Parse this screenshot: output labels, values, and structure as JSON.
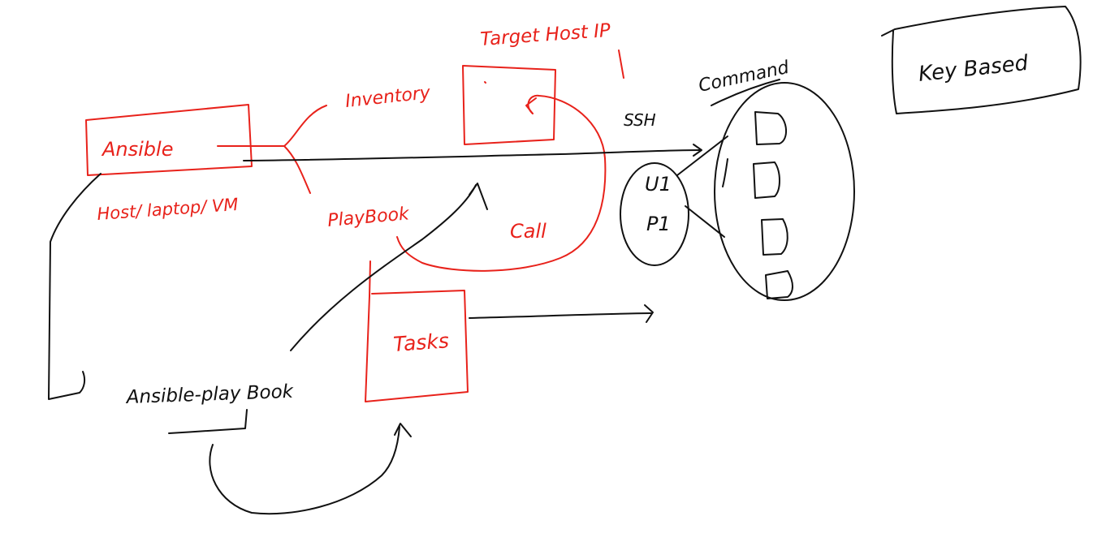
{
  "colors": {
    "red_ink": "#e8221b",
    "black_ink": "#111111",
    "background": "#ffffff"
  },
  "labels": {
    "ansible": "Ansible",
    "host_laptop_vm": "Host/ laptop/ VM",
    "inventory": "Inventory",
    "playbook": "PlayBook",
    "target_host_ip": "Target Host IP",
    "call": "Call",
    "tasks": "Tasks",
    "ansible_playbook_cmd": "Ansible-play Book",
    "ssh": "SSH",
    "command": "Command",
    "u1": "U1",
    "p1": "P1",
    "key_based": "Key Based"
  }
}
